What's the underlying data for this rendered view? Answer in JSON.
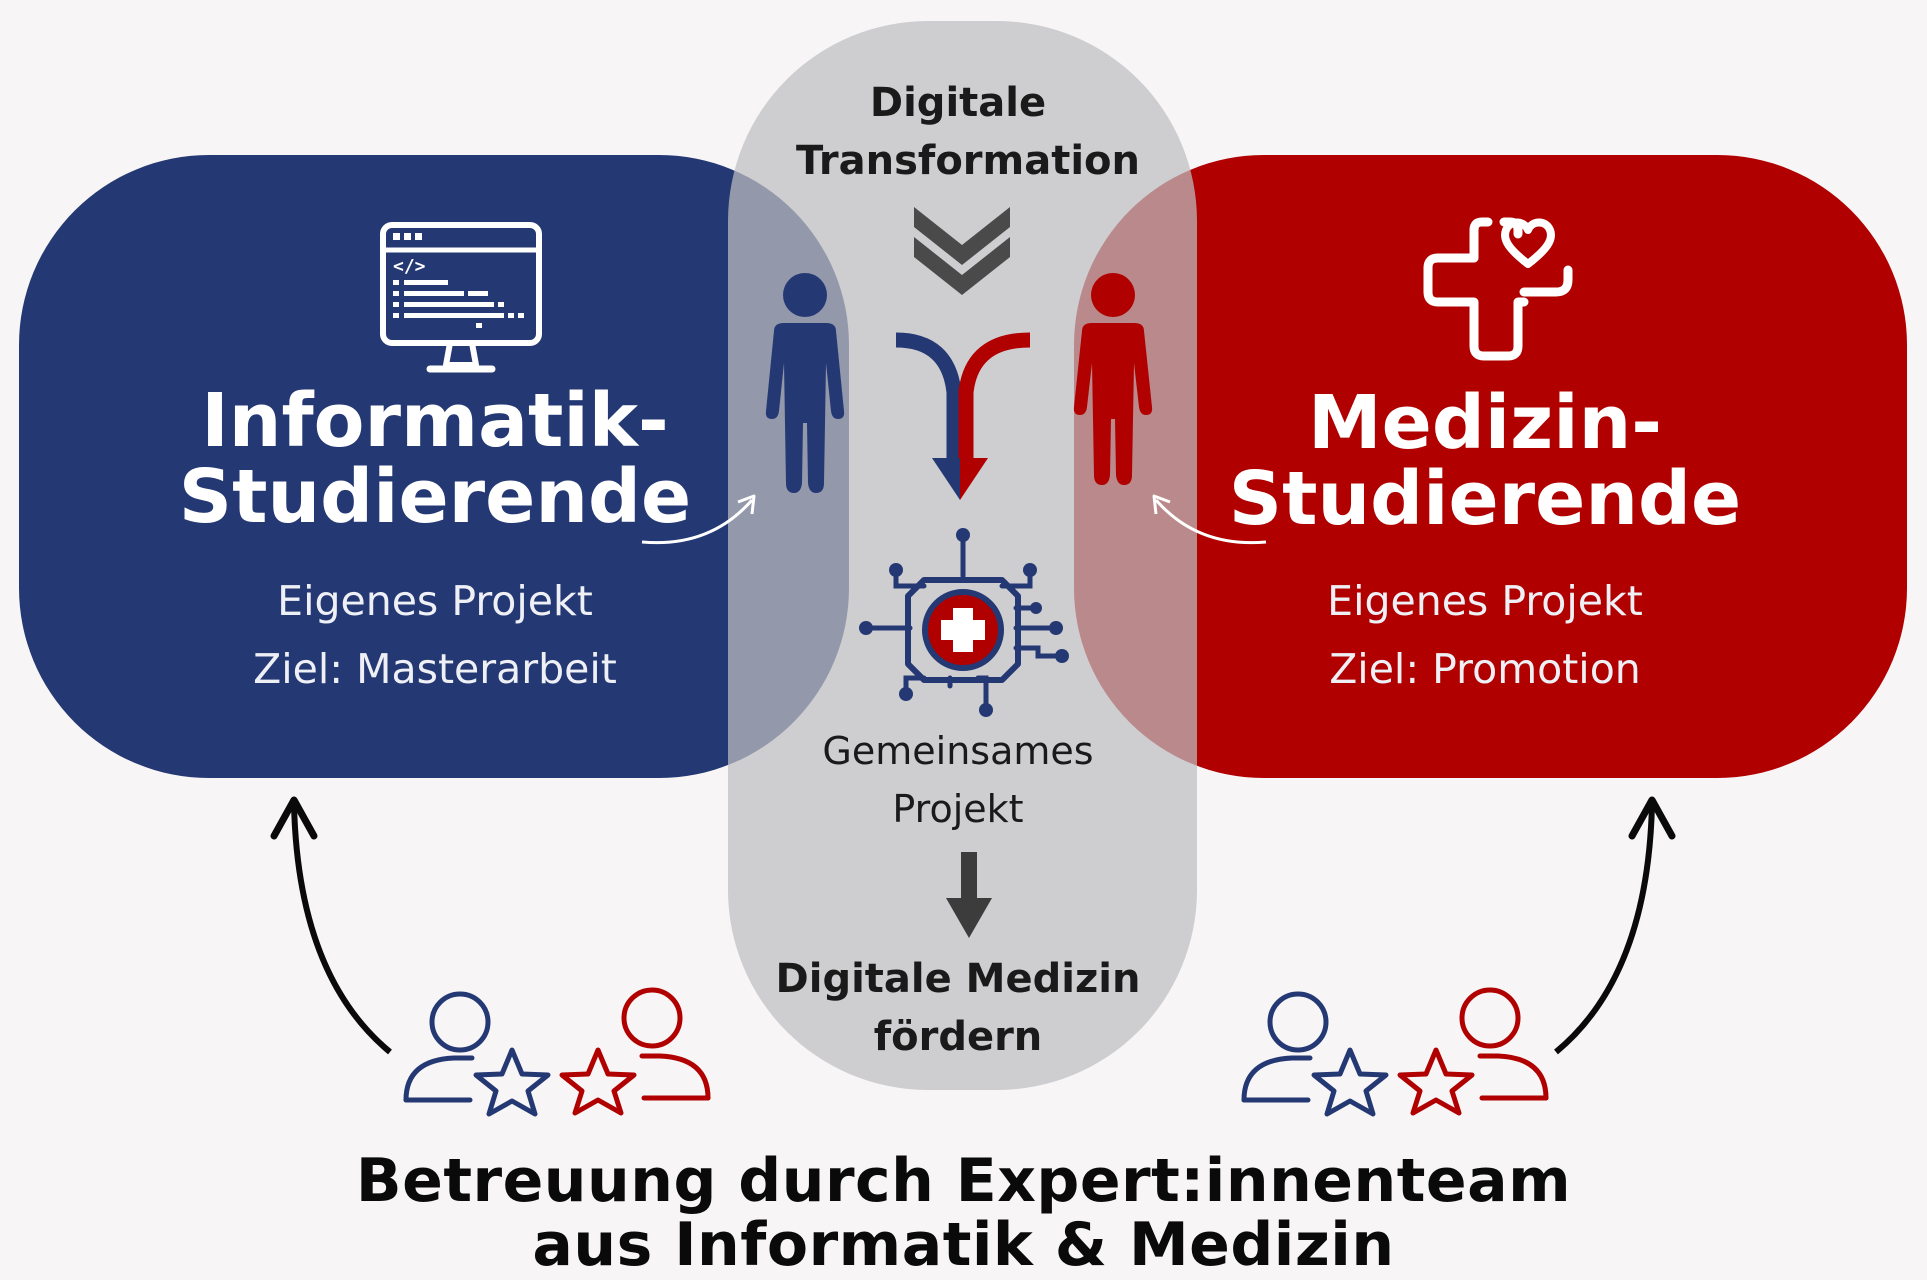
{
  "center": {
    "top_label_line1": "Digitale",
    "top_label_line2": "Transformation",
    "middle_label_line1": "Gemeinsames",
    "middle_label_line2": "Projekt",
    "bottom_label_line1": "Digitale Medizin",
    "bottom_label_line2": "fördern"
  },
  "left": {
    "title_line1": "Informatik-",
    "title_line2": "Studierende",
    "text_line1": "Eigenes Projekt",
    "text_line2": "Ziel: Masterarbeit",
    "color": "#243873",
    "icon": "code-monitor-icon"
  },
  "right": {
    "title_line1": "Medizin-",
    "title_line2": "Studierende",
    "text_line1": "Eigenes Projekt",
    "text_line2": "Ziel: Promotion",
    "color": "#b00000",
    "icon": "medical-cross-heart-icon"
  },
  "footer": {
    "line1": "Betreuung durch Expert:innenteam",
    "line2": "aus Informatik & Medizin"
  },
  "colors": {
    "blue": "#243873",
    "red": "#b00000",
    "center_panel": "#bebec0",
    "dark_arrow": "#3c3c3c",
    "background": "#f7f5f6"
  }
}
